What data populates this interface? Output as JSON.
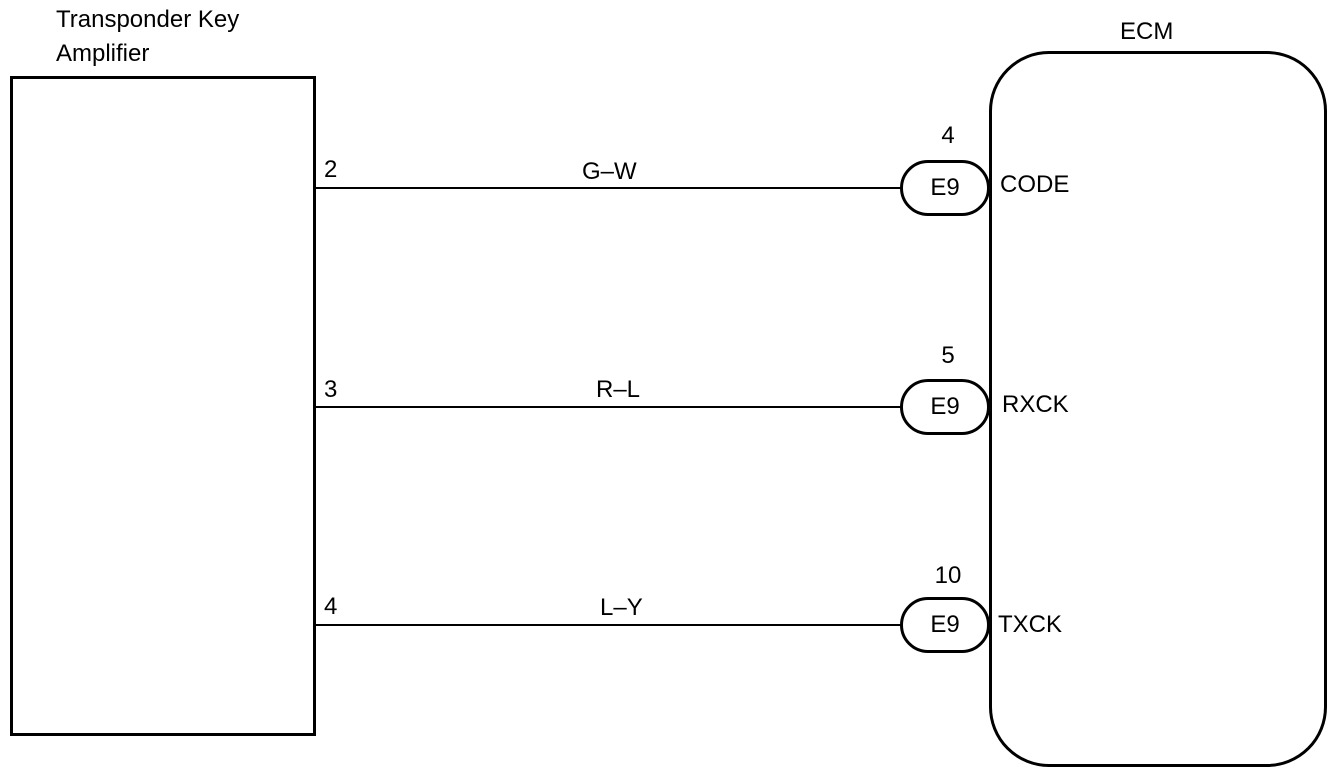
{
  "components": {
    "amplifier": {
      "title_line1": "Transponder Key",
      "title_line2": "Amplifier"
    },
    "ecm": {
      "title": "ECM"
    }
  },
  "circuits": [
    {
      "amp_pin": "2",
      "wire_color": "G–W",
      "connector": "E9",
      "ecm_pin": "4",
      "signal": "CODE"
    },
    {
      "amp_pin": "3",
      "wire_color": "R–L",
      "connector": "E9",
      "ecm_pin": "5",
      "signal": "RXCK"
    },
    {
      "amp_pin": "4",
      "wire_color": "L–Y",
      "connector": "E9",
      "ecm_pin": "10",
      "signal": "TXCK"
    }
  ]
}
